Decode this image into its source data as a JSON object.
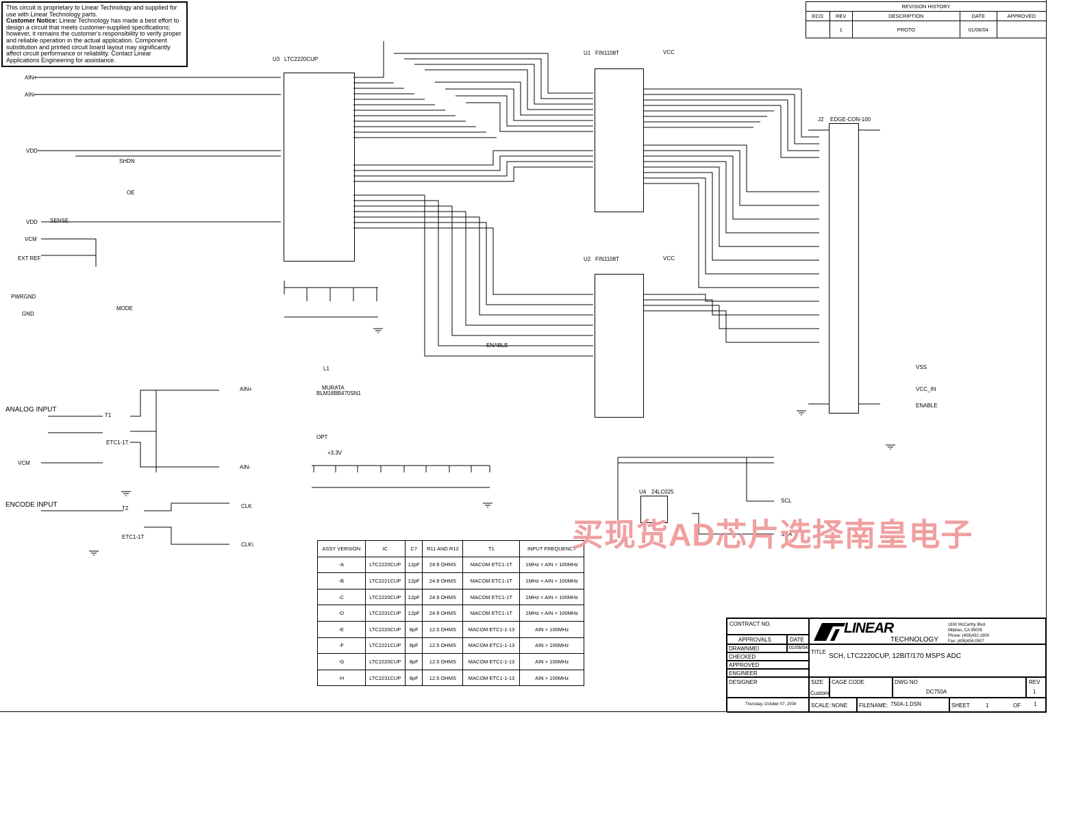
{
  "notice": {
    "line1": "This circuit is proprietary to Linear Technology and supplied for use with Linear Technology parts.",
    "heading": "Customer Notice:",
    "body": "Linear Technology has made a best effort to design a circuit that meets customer-supplied specifications; however, it remains the customer's responsibility to verify proper and reliable operation in the actual application. Component substitution and printed circuit board layout may significantly affect circuit performance or reliability. Contact Linear Applications Engineering for assistance."
  },
  "revision_history": {
    "title": "REVISION HISTORY",
    "headers": [
      "ECO",
      "REV",
      "DESCRIPTION",
      "DATE",
      "APPROVED"
    ],
    "rows": [
      [
        "",
        "1",
        "PROTO",
        "01/06/04",
        ""
      ]
    ]
  },
  "components": {
    "u3": {
      "ref": "U3",
      "part": "LTC2220CUP"
    },
    "u1": {
      "ref": "U1",
      "part": "FIN1108T"
    },
    "u2": {
      "ref": "U2",
      "part": "FIN1108T"
    },
    "j2": {
      "ref": "J2",
      "part": "EDGE-CON-100"
    },
    "u4": {
      "ref": "U4",
      "part": "24LC025"
    },
    "l1": {
      "ref": "L1",
      "part1": "MURATA",
      "part2": "BLM18BB470SN1"
    },
    "t1": {
      "ref": "T1",
      "part": "ETC1-1T"
    },
    "t2": {
      "ref": "T2",
      "part": "ETC1-1T"
    }
  },
  "net_labels": {
    "analog_input": "ANALOG INPUT",
    "encode_input": "ENCODE INPUT",
    "ain_plus": "AIN+",
    "ain_minus": "AIN-",
    "vdd": "VDD",
    "vcm": "VCM",
    "vcc": "VCC",
    "clk": "CLK",
    "clk_bar": "CLK\\",
    "enable": "ENABLE",
    "scl": "SCL",
    "sda": "SDA",
    "vss": "VSS",
    "vcc_in": "VCC_IN",
    "ext_ref": "EXT REF",
    "pwrgnd": "PWRGND",
    "gnd": "GND",
    "mode": "MODE",
    "sense": "SENSE",
    "shdn": "SHDN",
    "oe": "OE",
    "opt": "OPT",
    "plus33v": "+3.3V"
  },
  "assembly_table": {
    "headers": [
      "ASSY VERSION",
      "IC",
      "C7",
      "R11 AND R12",
      "T1",
      "INPUT FREQUENCY"
    ],
    "rows": [
      [
        "-A",
        "LTC2220CUP",
        "12pF",
        "24.9 OHMS",
        "MACOM ETC1-1T",
        "1MHz < AIN < 100MHz"
      ],
      [
        "-B",
        "LTC2221CUP",
        "12pF",
        "24.9 OHMS",
        "MACOM ETC1-1T",
        "1MHz < AIN < 100MHz"
      ],
      [
        "-C",
        "LTC2220CUP",
        "12pF",
        "24.9 OHMS",
        "MACOM ETC1-1T",
        "1MHz < AIN < 100MHz"
      ],
      [
        "-D",
        "LTC2231CUP",
        "12pF",
        "24.9 OHMS",
        "MACOM ETC1-1T",
        "1MHz < AIN < 100MHz"
      ],
      [
        "-E",
        "LTC2220CUP",
        "8pF",
        "12.5 OHMS",
        "MACOM ETC1-1-13",
        "AIN > 100MHz"
      ],
      [
        "-F",
        "LTC2221CUP",
        "8pF",
        "12.5 OHMS",
        "MACOM ETC1-1-13",
        "AIN > 100MHz"
      ],
      [
        "-G",
        "LTC2220CUP",
        "8pF",
        "12.5 OHMS",
        "MACOM ETC1-1-13",
        "AIN > 100MHz"
      ],
      [
        "-H",
        "LTC2231CUP",
        "8pF",
        "12.5 OHMS",
        "MACOM ETC1-1-13",
        "AIN > 100MHz"
      ]
    ]
  },
  "title_block": {
    "contract_no": "CONTRACT NO.",
    "approvals": "APPROVALS",
    "date": "DATE",
    "drawn": "DRAWN",
    "drawn_by": "MEI",
    "drawn_date": "01/06/04",
    "checked": "CHECKED",
    "approved": "APPROVED",
    "engineer": "ENGINEER",
    "designer": "DESIGNER",
    "company_logo": "LINEAR",
    "company_sub": "TECHNOLOGY",
    "address1": "1630 McCarthy Blvd.",
    "address2": "Milpitas, CA 95035",
    "phone": "Phone: (408)432-1900",
    "fax": "Fax: (408)434-0507",
    "title_label": "TITLE",
    "title": "SCH, LTC2220CUP, 12BIT/170 MSPS ADC",
    "size_label": "SIZE",
    "size": "Custom",
    "cage_label": "CAGE CODE",
    "dwg_label": "DWG NO",
    "dwg": "DC750A",
    "rev_label": "REV",
    "rev": "1",
    "scale_label": "SCALE:",
    "scale": "NONE",
    "filename_label": "FILENAME:",
    "filename": "750A-1.DSN",
    "sheet_label": "SHEET",
    "sheet": "1",
    "of_label": "OF",
    "of": "1",
    "print_date": "Thursday, October 07, 2004"
  },
  "watermark": "买现货AD芯片选择南皇电子"
}
